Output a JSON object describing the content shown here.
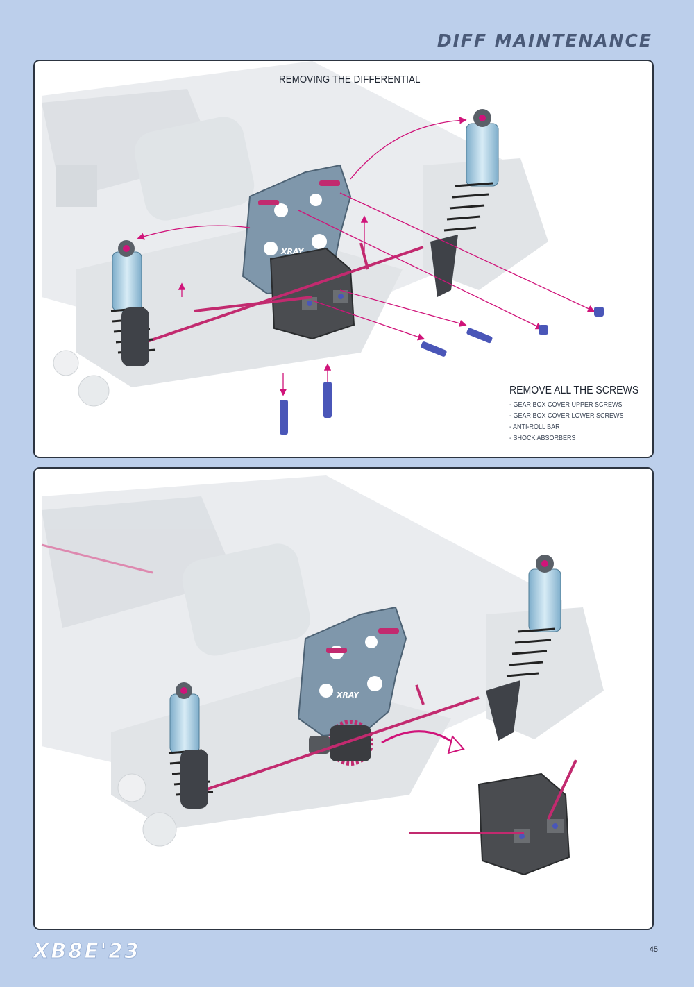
{
  "header": {
    "title": "DIFF MAINTENANCE"
  },
  "step1": {
    "title": "REMOVING THE DIFFERENTIAL",
    "instruction_title": "REMOVE ALL THE SCREWS",
    "instructions": [
      "- GEAR BOX COVER UPPER SCREWS",
      "- GEAR BOX COVER LOWER SCREWS",
      "- ANTI-ROLL BAR",
      "- SHOCK ABSORBERS"
    ],
    "bracket_logo": "XRAY"
  },
  "step2": {
    "bracket_logo": "XRAY"
  },
  "footer": {
    "logo": "XB8E'23",
    "page_number": "45"
  },
  "colors": {
    "page_background": "#bccfeb",
    "accent_magenta": "#d0147a",
    "shock_blue": "#a9cde0",
    "screw_blue": "#4a56b8",
    "bracket_grey": "#7f97ab",
    "panel_border": "#2c3440"
  }
}
